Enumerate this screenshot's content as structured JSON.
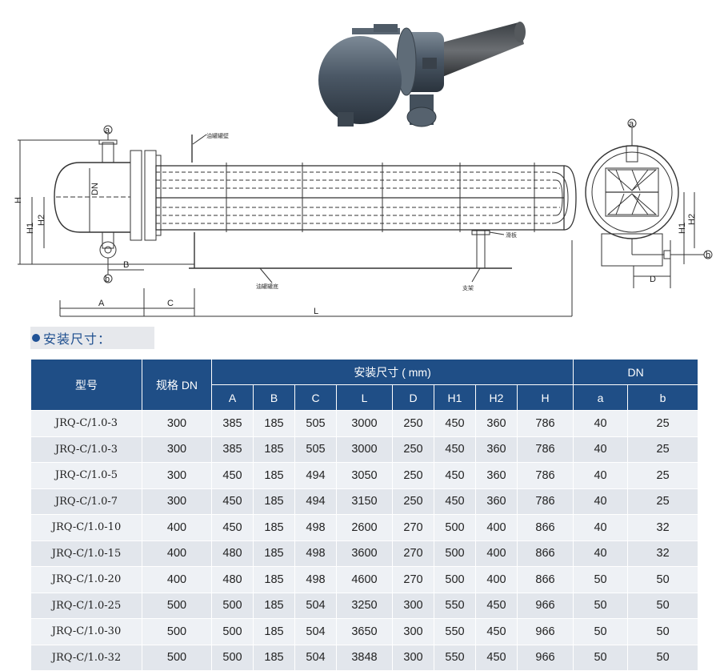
{
  "drawing": {
    "dims": {
      "H": "H",
      "H1": "H1",
      "H2": "H2",
      "DN": "DN",
      "B": "B",
      "A": "A",
      "C": "C",
      "L": "L",
      "D": "D",
      "a": "a",
      "b": "b"
    },
    "notes": {
      "top_support": "油罐罐壁",
      "bottom_wall": "油罐罐底",
      "slide_plate": "滑板",
      "support": "支架"
    }
  },
  "section_title": "安装尺寸：",
  "table": {
    "header": {
      "model": "型号",
      "spec": "规格 DN",
      "install_dims": "安装尺寸 ( mm)",
      "dn": "DN",
      "dim_cols": [
        "A",
        "B",
        "C",
        "L",
        "D",
        "H1",
        "H2",
        "H"
      ],
      "dn_cols": [
        "a",
        "b"
      ]
    },
    "rows": [
      [
        "JRQ-C/1.0-3",
        "300",
        "385",
        "185",
        "505",
        "3000",
        "250",
        "450",
        "360",
        "786",
        "40",
        "25"
      ],
      [
        "JRQ-C/1.0-3",
        "300",
        "385",
        "185",
        "505",
        "3000",
        "250",
        "450",
        "360",
        "786",
        "40",
        "25"
      ],
      [
        "JRQ-C/1.0-5",
        "300",
        "450",
        "185",
        "494",
        "3050",
        "250",
        "450",
        "360",
        "786",
        "40",
        "25"
      ],
      [
        "JRQ-C/1.0-7",
        "300",
        "450",
        "185",
        "494",
        "3150",
        "250",
        "450",
        "360",
        "786",
        "40",
        "25"
      ],
      [
        "JRQ-C/1.0-10",
        "400",
        "450",
        "185",
        "498",
        "2600",
        "270",
        "500",
        "400",
        "866",
        "40",
        "32"
      ],
      [
        "JRQ-C/1.0-15",
        "400",
        "480",
        "185",
        "498",
        "3600",
        "270",
        "500",
        "400",
        "866",
        "40",
        "32"
      ],
      [
        "JRQ-C/1.0-20",
        "400",
        "480",
        "185",
        "498",
        "4600",
        "270",
        "500",
        "400",
        "866",
        "50",
        "50"
      ],
      [
        "JRQ-C/1.0-25",
        "500",
        "500",
        "185",
        "504",
        "3250",
        "300",
        "550",
        "450",
        "966",
        "50",
        "50"
      ],
      [
        "JRQ-C/1.0-30",
        "500",
        "500",
        "185",
        "504",
        "3650",
        "300",
        "550",
        "450",
        "966",
        "50",
        "50"
      ],
      [
        "JRQ-C/1.0-32",
        "500",
        "500",
        "185",
        "504",
        "3848",
        "300",
        "550",
        "450",
        "966",
        "50",
        "50"
      ]
    ]
  }
}
